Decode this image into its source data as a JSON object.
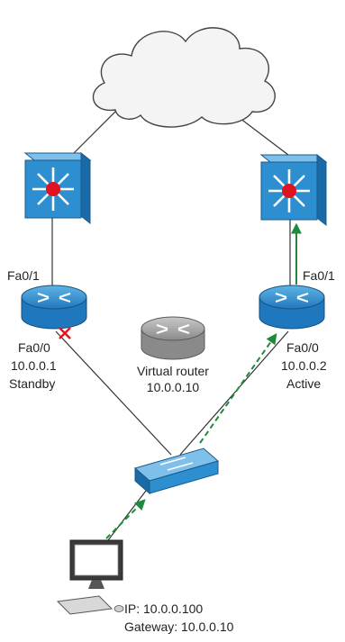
{
  "left_router": {
    "upper_interface": "Fa0/1",
    "lower_interface": "Fa0/0",
    "ip": "10.0.0.1",
    "role": "Standby"
  },
  "right_router": {
    "upper_interface": "Fa0/1",
    "lower_interface": "Fa0/0",
    "ip": "10.0.0.2",
    "role": "Active"
  },
  "virtual_router": {
    "label": "Virtual router",
    "ip": "10.0.0.10"
  },
  "host": {
    "ip_line": "IP: 10.0.0.100",
    "gateway_line": "Gateway: 10.0.0.10"
  },
  "colors": {
    "cloud_fill": "#f4f4f4",
    "device_blue": "#2e8fd0",
    "device_blue_dark": "#1a6aa8",
    "router_grey": "#9a9a9a",
    "multilayer_center": "#e0141e",
    "traffic_arrow": "#1f8a3a",
    "failure_mark": "#e8141e",
    "link": "#333333"
  }
}
